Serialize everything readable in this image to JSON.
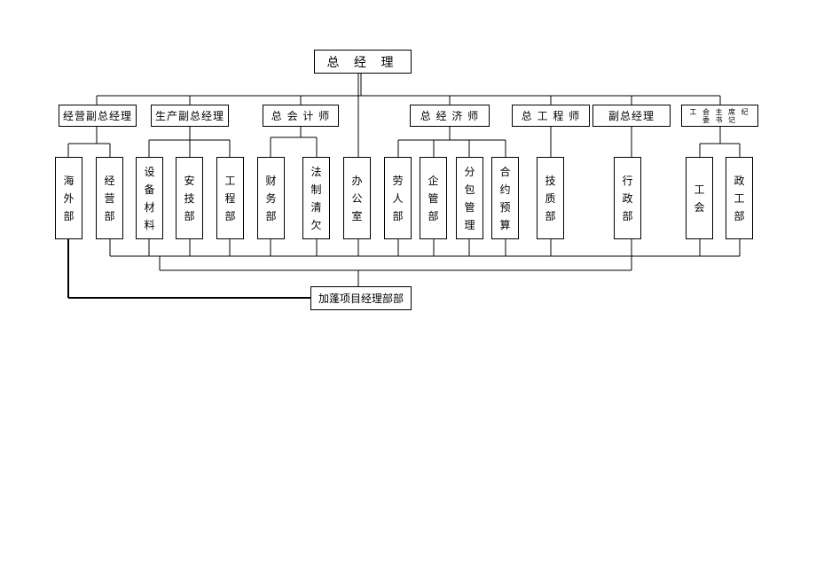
{
  "org": {
    "top": "总 经 理",
    "second_level": [
      {
        "key": "jyfz",
        "label": "经营副总经理"
      },
      {
        "key": "scfz",
        "label": "生产副总经理"
      },
      {
        "key": "zkjs",
        "label": "总 会 计 师"
      },
      {
        "key": "zjjs",
        "label": "总 经 济 师"
      },
      {
        "key": "zgcs",
        "label": "总 工 程 师"
      },
      {
        "key": "fzjl",
        "label": "副总经理"
      },
      {
        "key": "ghzx",
        "label": "工 会 主 席 纪 委 书 记"
      }
    ],
    "departments": [
      {
        "key": "haiwai",
        "label": "海外部"
      },
      {
        "key": "jingying",
        "label": "经营部"
      },
      {
        "key": "shebei",
        "label": "设备材料"
      },
      {
        "key": "anji",
        "label": "安技部"
      },
      {
        "key": "gongcheng",
        "label": "工程部"
      },
      {
        "key": "caiwu",
        "label": "财务部"
      },
      {
        "key": "fazhi",
        "label": "法制清欠"
      },
      {
        "key": "bangong",
        "label": "办公室"
      },
      {
        "key": "laoren",
        "label": "劳人部"
      },
      {
        "key": "qiguan",
        "label": "企管部"
      },
      {
        "key": "fenbao",
        "label": "分包管理"
      },
      {
        "key": "heyue",
        "label": "合约预算"
      },
      {
        "key": "jizhi",
        "label": "技质部"
      },
      {
        "key": "xingzheng",
        "label": "行政部"
      },
      {
        "key": "gonghui",
        "label": "工会"
      },
      {
        "key": "zhenggong",
        "label": "政工部"
      }
    ],
    "bottom": "加蓬项目经理部部"
  }
}
